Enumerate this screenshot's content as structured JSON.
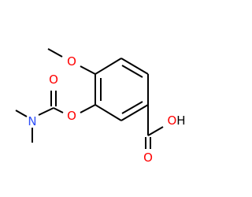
{
  "molecule": {
    "atoms": {
      "methoxy_oxygen": "O",
      "ester_oxygen": "O",
      "carbonyl_oxygen": "O",
      "amine_nitrogen": "N",
      "acid_carbonyl_oxygen": "O",
      "acid_hydroxyl": "OH"
    }
  },
  "colors": {
    "bond": "#000000",
    "oxygen": "#ff0000",
    "nitrogen": "#3050f8",
    "hydrogen_text": "#000000"
  }
}
